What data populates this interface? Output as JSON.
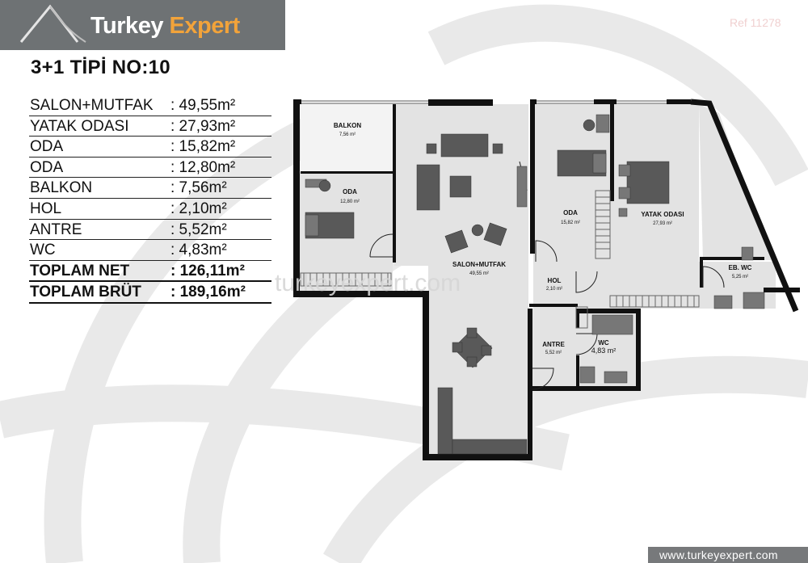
{
  "brand": {
    "name_part1": "Turkey",
    "name_part2": "Expert",
    "accent_color": "#f2a33a"
  },
  "ref": "Ref 11278",
  "title": "3+1 TİPİ NO:10",
  "areas": [
    {
      "label": "SALON+MUTFAK",
      "value": ": 49,55m²"
    },
    {
      "label": "YATAK ODASI",
      "value": ": 27,93m²"
    },
    {
      "label": "ODA",
      "value": ": 15,82m²"
    },
    {
      "label": "ODA",
      "value": ": 12,80m²"
    },
    {
      "label": "BALKON",
      "value": ": 7,56m²"
    },
    {
      "label": "HOL",
      "value": ": 2,10m²"
    },
    {
      "label": "ANTRE",
      "value": ": 5,52m²"
    },
    {
      "label": "WC",
      "value": ": 4,83m²"
    }
  ],
  "totals": [
    {
      "label": "TOPLAM NET",
      "value": ": 126,11m²"
    },
    {
      "label": "TOPLAM BRÜT",
      "value": ": 189,16m²"
    }
  ],
  "plan_rooms": {
    "balkon": {
      "name": "BALKON",
      "area": "7,56 m²"
    },
    "oda1": {
      "name": "ODA",
      "area": "12,80 m²"
    },
    "salon": {
      "name": "SALON+MUTFAK",
      "area": "49,55 m²"
    },
    "oda2": {
      "name": "ODA",
      "area": "15,82 m²"
    },
    "yatak": {
      "name": "YATAK ODASI",
      "area": "27,93 m²"
    },
    "ebwc": {
      "name": "EB. WC",
      "area": "5,25 m²"
    },
    "hol": {
      "name": "HOL",
      "area": "2,10 m²"
    },
    "antre": {
      "name": "ANTRE",
      "area": "5,52 m²"
    },
    "wc": {
      "name": "WC",
      "area": "4,83 m²"
    }
  },
  "watermark_text": "turkeyexpert.com",
  "footer_url": "www.turkeyexpert.com"
}
